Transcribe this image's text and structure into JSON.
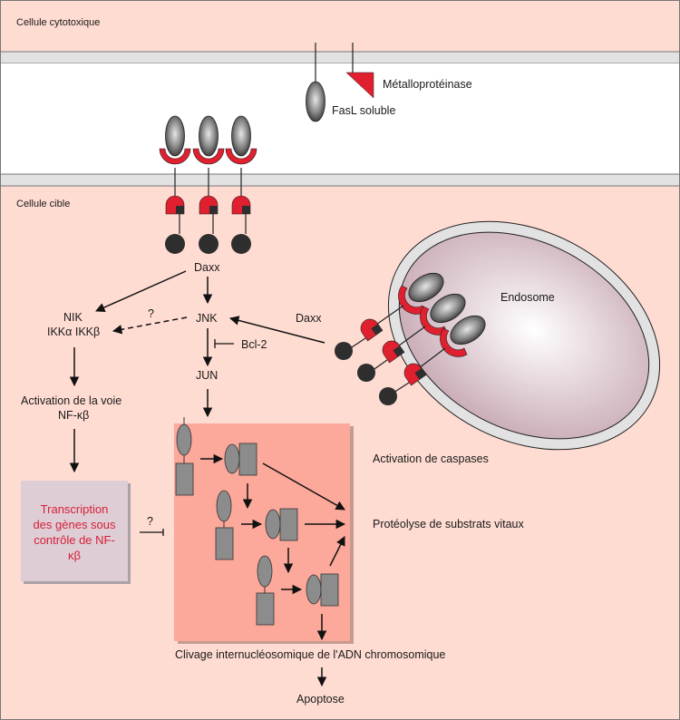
{
  "colors": {
    "extracellular_bg": "#ffdcd2",
    "membrane": "#e2e2e2",
    "synapse_space": "#ffffff",
    "caspase_box": "#fca89a",
    "transcription_box": "#decdd4",
    "receptor_red": "#e0202e",
    "death_domain_dark": "#2e2e2e",
    "caspase_gray": "#8c8c8c",
    "transcription_text": "#d6203a",
    "endosome_fill": "#d7bcc6"
  },
  "regions": {
    "top_cell": "Cellule cytotoxique",
    "bottom_cell": "Cellule cible"
  },
  "labels": {
    "metalloproteinase": "Métalloprotéinase",
    "fasl_soluble": "FasL soluble",
    "daxx_top": "Daxx",
    "daxx_endosome": "Daxx",
    "nik": "NIK",
    "ikk": "IKKα IKKβ",
    "question_1": "?",
    "question_2": "?",
    "jnk": "JNK",
    "bcl2": "Bcl-2",
    "jun": "JUN",
    "nfkb_activation_line1": "Activation de la voie",
    "nfkb_activation_line2": "NF-κβ",
    "endosome": "Endosome",
    "transcription_line1": "Transcription",
    "transcription_line2": "des gènes sous",
    "transcription_line3": "contrôle de NF-",
    "transcription_line4": "κβ",
    "caspase_activation": "Activation de caspases",
    "proteolysis": "Protéolyse de substrats vitaux",
    "dna_cleavage": "Clivage internucléosomique de l'ADN chromosomique",
    "apoptosis": "Apoptose"
  }
}
